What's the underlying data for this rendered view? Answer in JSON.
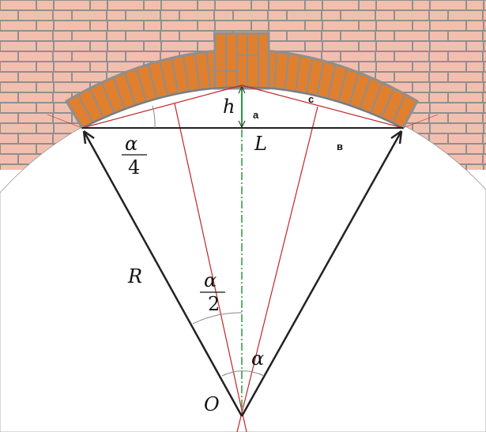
{
  "labels": {
    "h": "h",
    "a": "a",
    "L": "L",
    "b": "в",
    "c": "c",
    "alpha4_num": "α",
    "alpha4_den": "4",
    "R": "R",
    "alpha2_num": "α",
    "alpha2_den": "2",
    "alpha": "α",
    "O": "O"
  },
  "colors": {
    "wall": "#f2bfae",
    "mortar": "#8f8f8f",
    "arch_brick": "#e07f2e",
    "construction": "#c0262a",
    "height_line": "#2a9a3a"
  }
}
